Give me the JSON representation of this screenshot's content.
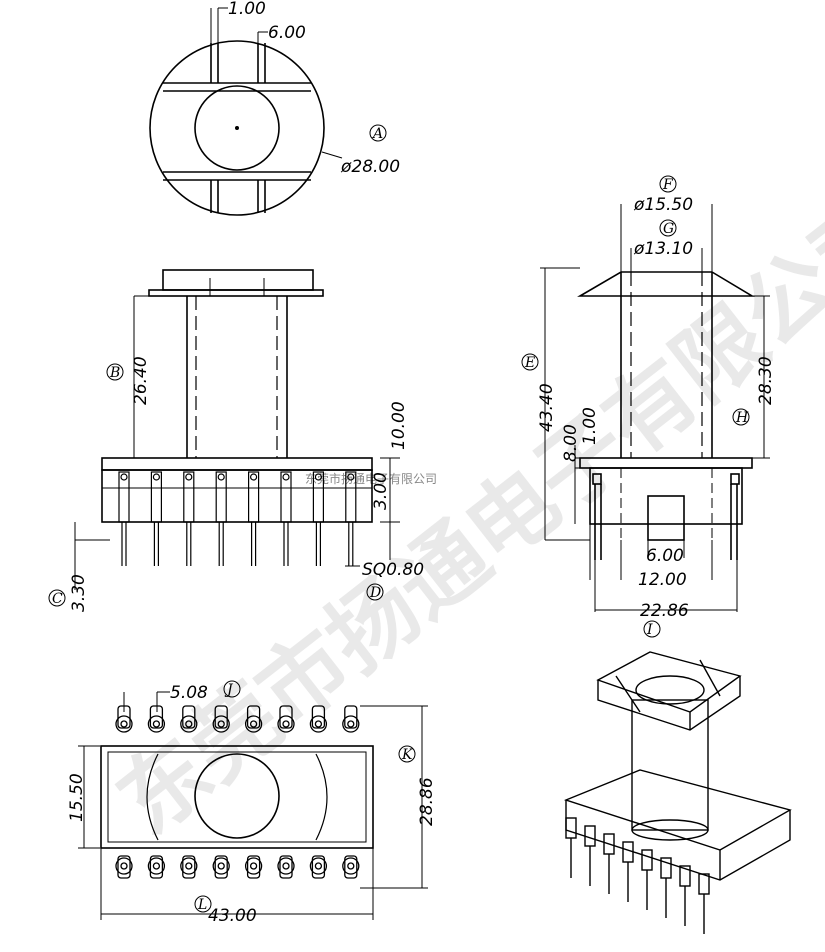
{
  "watermark": {
    "large": "东莞市扬通电子有限公司",
    "small": "东莞市扬通电子有限公司"
  },
  "top_view": {
    "dim_slot": "1.00",
    "dim_width": "6.00",
    "dim_diameter": "ø28.00",
    "label": "A"
  },
  "front_view": {
    "dim_winding": "26.40",
    "label_winding": "B",
    "dim_base": "10.00",
    "dim_pin_top": "3.00",
    "dim_pin_len": "3.30",
    "label_pin_len": "C",
    "dim_pin_sq": "SQ0.80",
    "label_pin_sq": "D"
  },
  "side_view": {
    "dim_outer": "ø15.50",
    "label_outer": "F",
    "dim_inner": "ø13.10",
    "label_inner": "G",
    "dim_total": "43.40",
    "label_total": "E",
    "dim_wind": "28.30",
    "label_wind": "H",
    "dim_flange": "8.00",
    "dim_flange_thk": "1.00",
    "dim_slot": "6.00",
    "dim_core": "12.00",
    "dim_pin_span": "22.86",
    "label_pin_span": "I"
  },
  "bottom_view": {
    "dim_pitch": "5.08",
    "label_pitch": "J",
    "dim_height": "28.86",
    "label_height": "K",
    "dim_inner_h": "15.50",
    "dim_width": "43.00",
    "label_width": "L"
  }
}
